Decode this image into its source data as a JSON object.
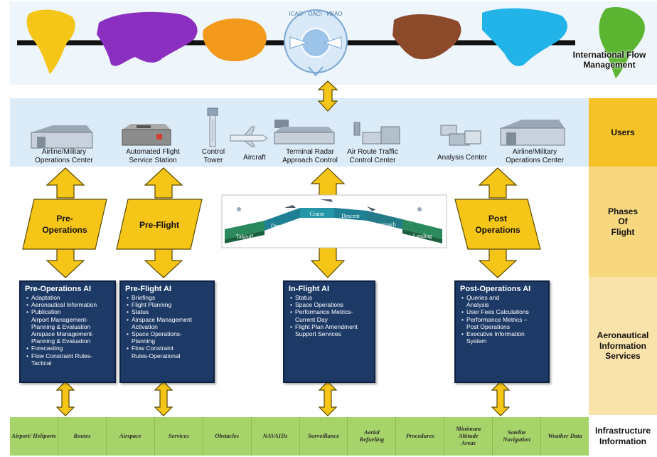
{
  "header": {
    "continents": [
      "South America",
      "Asia",
      "Australia",
      "Europe",
      "North America",
      "South America"
    ],
    "logo_text": "ICAO · OACI · ИКАО",
    "international_flow_label": "International Flow\nManagement"
  },
  "sidebar": {
    "users": "Users",
    "phases": "Phases\nOf\nFlight",
    "ais": "Aeronautical\nInformation\nServices",
    "infrastructure": "Infrastructure\nInformation"
  },
  "users": [
    {
      "label": "Airline/Military\nOperations Center",
      "icon": "hangar-icon"
    },
    {
      "label": "Automated Flight\nService Station",
      "icon": "flight-station-icon"
    },
    {
      "label": "Control\nTower",
      "icon": "control-tower-icon"
    },
    {
      "label": "Aircraft",
      "icon": "aircraft-icon"
    },
    {
      "label": "Terminal Radar\nApproach Control",
      "icon": "terminal-radar-icon"
    },
    {
      "label": "Air Route Traffic\nControl Center",
      "icon": "route-center-icon"
    },
    {
      "label": "Analysis Center",
      "icon": "analysis-center-icon"
    },
    {
      "label": "Airline/Military\nOperations Center",
      "icon": "hangar-icon"
    }
  ],
  "phases": {
    "pre_operations": [
      "Pre-",
      "Operations"
    ],
    "pre_flight": [
      "Pre-Flight"
    ],
    "post_operations": [
      "Post",
      "Operations"
    ],
    "flight_segments": [
      "Takeoff",
      "Departure",
      "Cruise",
      "Descent",
      "Approach",
      "Landing"
    ]
  },
  "ai_boxes": {
    "pre_operations": {
      "title": "Pre-Operations AI",
      "items": [
        "Adaptation",
        "Aeronautical Information",
        "Publication\nAirport Management-\nPlanning & Evaluation\nAirspace Management-\nPlanning & Evaluation",
        "Forecasting",
        "Flow Constraint Rules-\nTactical"
      ]
    },
    "pre_flight": {
      "title": "Pre-Flight AI",
      "items": [
        "Briefings",
        "Flight Planning",
        "Status",
        "Airspace Management\nActivation",
        "Space Operations-\nPlanning",
        "Flow Constraint\nRules-Operational"
      ]
    },
    "in_flight": {
      "title": "In-Flight AI",
      "items": [
        "Status",
        "Space Operations",
        "Performance Metrics-\nCurrent Day",
        "Flight Plan Amendment\nSupport Services"
      ]
    },
    "post_operations": {
      "title": "Post-Operations AI",
      "items": [
        "Queries and\nAnalysis",
        "User Fees Calculations",
        "Performance Metrics –\nPost Operations",
        "Executive Information\nSystem"
      ]
    }
  },
  "infrastructure": [
    "Airport/ Heliports",
    "Routes",
    "Airspace",
    "Services",
    "Obstacles",
    "NAVAIDs",
    "Surveillance",
    "Aerial\nRefueling",
    "Procedures",
    "Minimum Altitude\nAreas",
    "Satelite Navigation",
    "Weather Data"
  ],
  "colors": {
    "arrow_fill": "#f5c518",
    "arrow_stroke": "#5a4a00",
    "ai_box": "#1d3a66",
    "infra_green": "#a7d46a",
    "users_band": "#dcebf8"
  }
}
